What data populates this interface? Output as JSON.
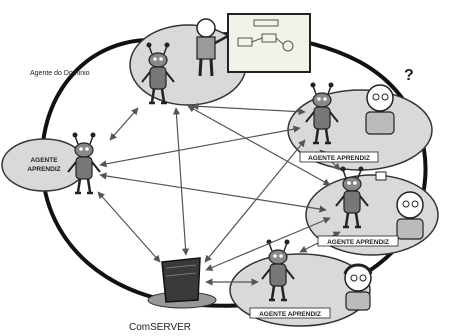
{
  "labels": {
    "domain_agent": "Agente do Dominio",
    "learner_agent": "AGENTE\nAPRENDIZ",
    "agent_learner": "AGENTE APRENDIZ",
    "server": "ComSERVER",
    "question_mark": "?"
  },
  "colors": {
    "ring": "#111111",
    "bubble_fill": "#d9d9d9",
    "arrow": "#555555",
    "board_fill": "#f2f2e8",
    "server_fill": "#3a3a3a"
  },
  "icons": {
    "robot": "robot-agent-icon",
    "person": "person-icon",
    "server": "server-tower-icon",
    "whiteboard": "whiteboard-icon"
  }
}
